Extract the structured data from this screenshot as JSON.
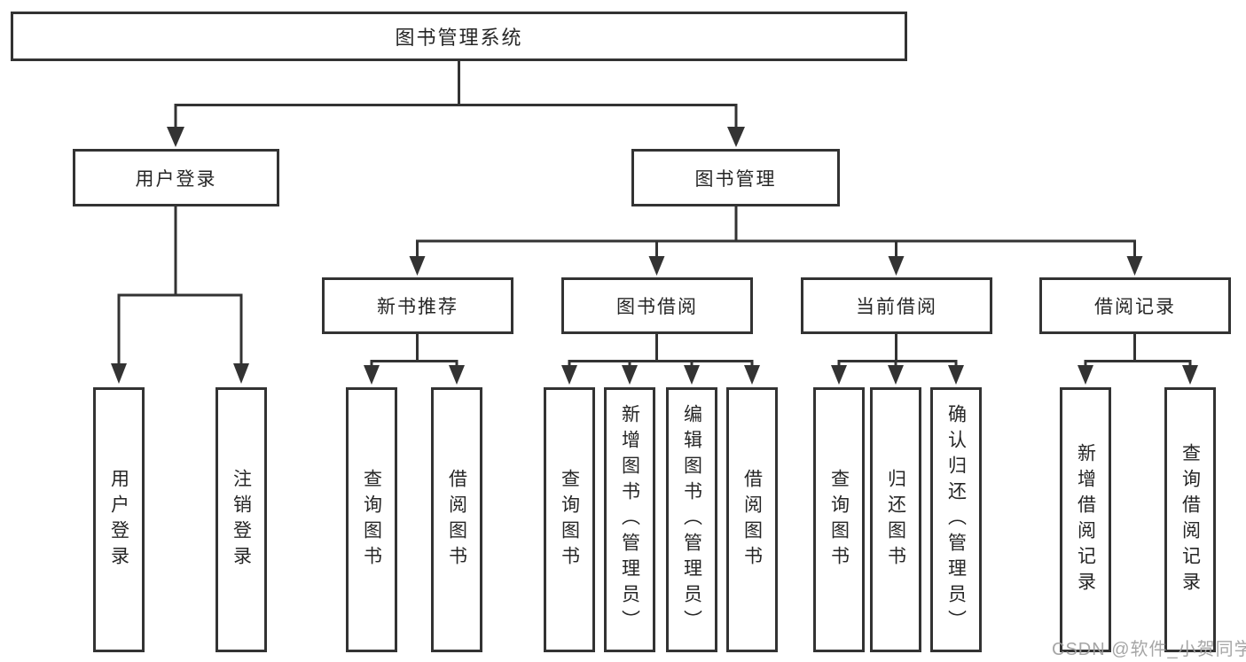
{
  "diagram": {
    "title": "图书管理系统",
    "branches": [
      {
        "label": "用户登录",
        "children": [
          {
            "label": "用户登录"
          },
          {
            "label": "注销登录"
          }
        ]
      },
      {
        "label": "图书管理",
        "children": [
          {
            "label": "新书推荐",
            "children": [
              {
                "label": "查询图书"
              },
              {
                "label": "借阅图书"
              }
            ]
          },
          {
            "label": "图书借阅",
            "children": [
              {
                "label": "查询图书"
              },
              {
                "label": "新增图书（管理员）"
              },
              {
                "label": "编辑图书（管理员）"
              },
              {
                "label": "借阅图书"
              }
            ]
          },
          {
            "label": "当前借阅",
            "children": [
              {
                "label": "查询图书"
              },
              {
                "label": "归还图书"
              },
              {
                "label": "确认归还（管理员）"
              }
            ]
          },
          {
            "label": "借阅记录",
            "children": [
              {
                "label": "新增借阅记录"
              },
              {
                "label": "查询借阅记录"
              }
            ]
          }
        ]
      }
    ]
  },
  "watermark": "CSDN @软件_小贺同学",
  "colors": {
    "line": "#333333",
    "box_border": "#333333",
    "text": "#262626",
    "background": "#ffffff",
    "watermark": "#9e9e9e"
  }
}
